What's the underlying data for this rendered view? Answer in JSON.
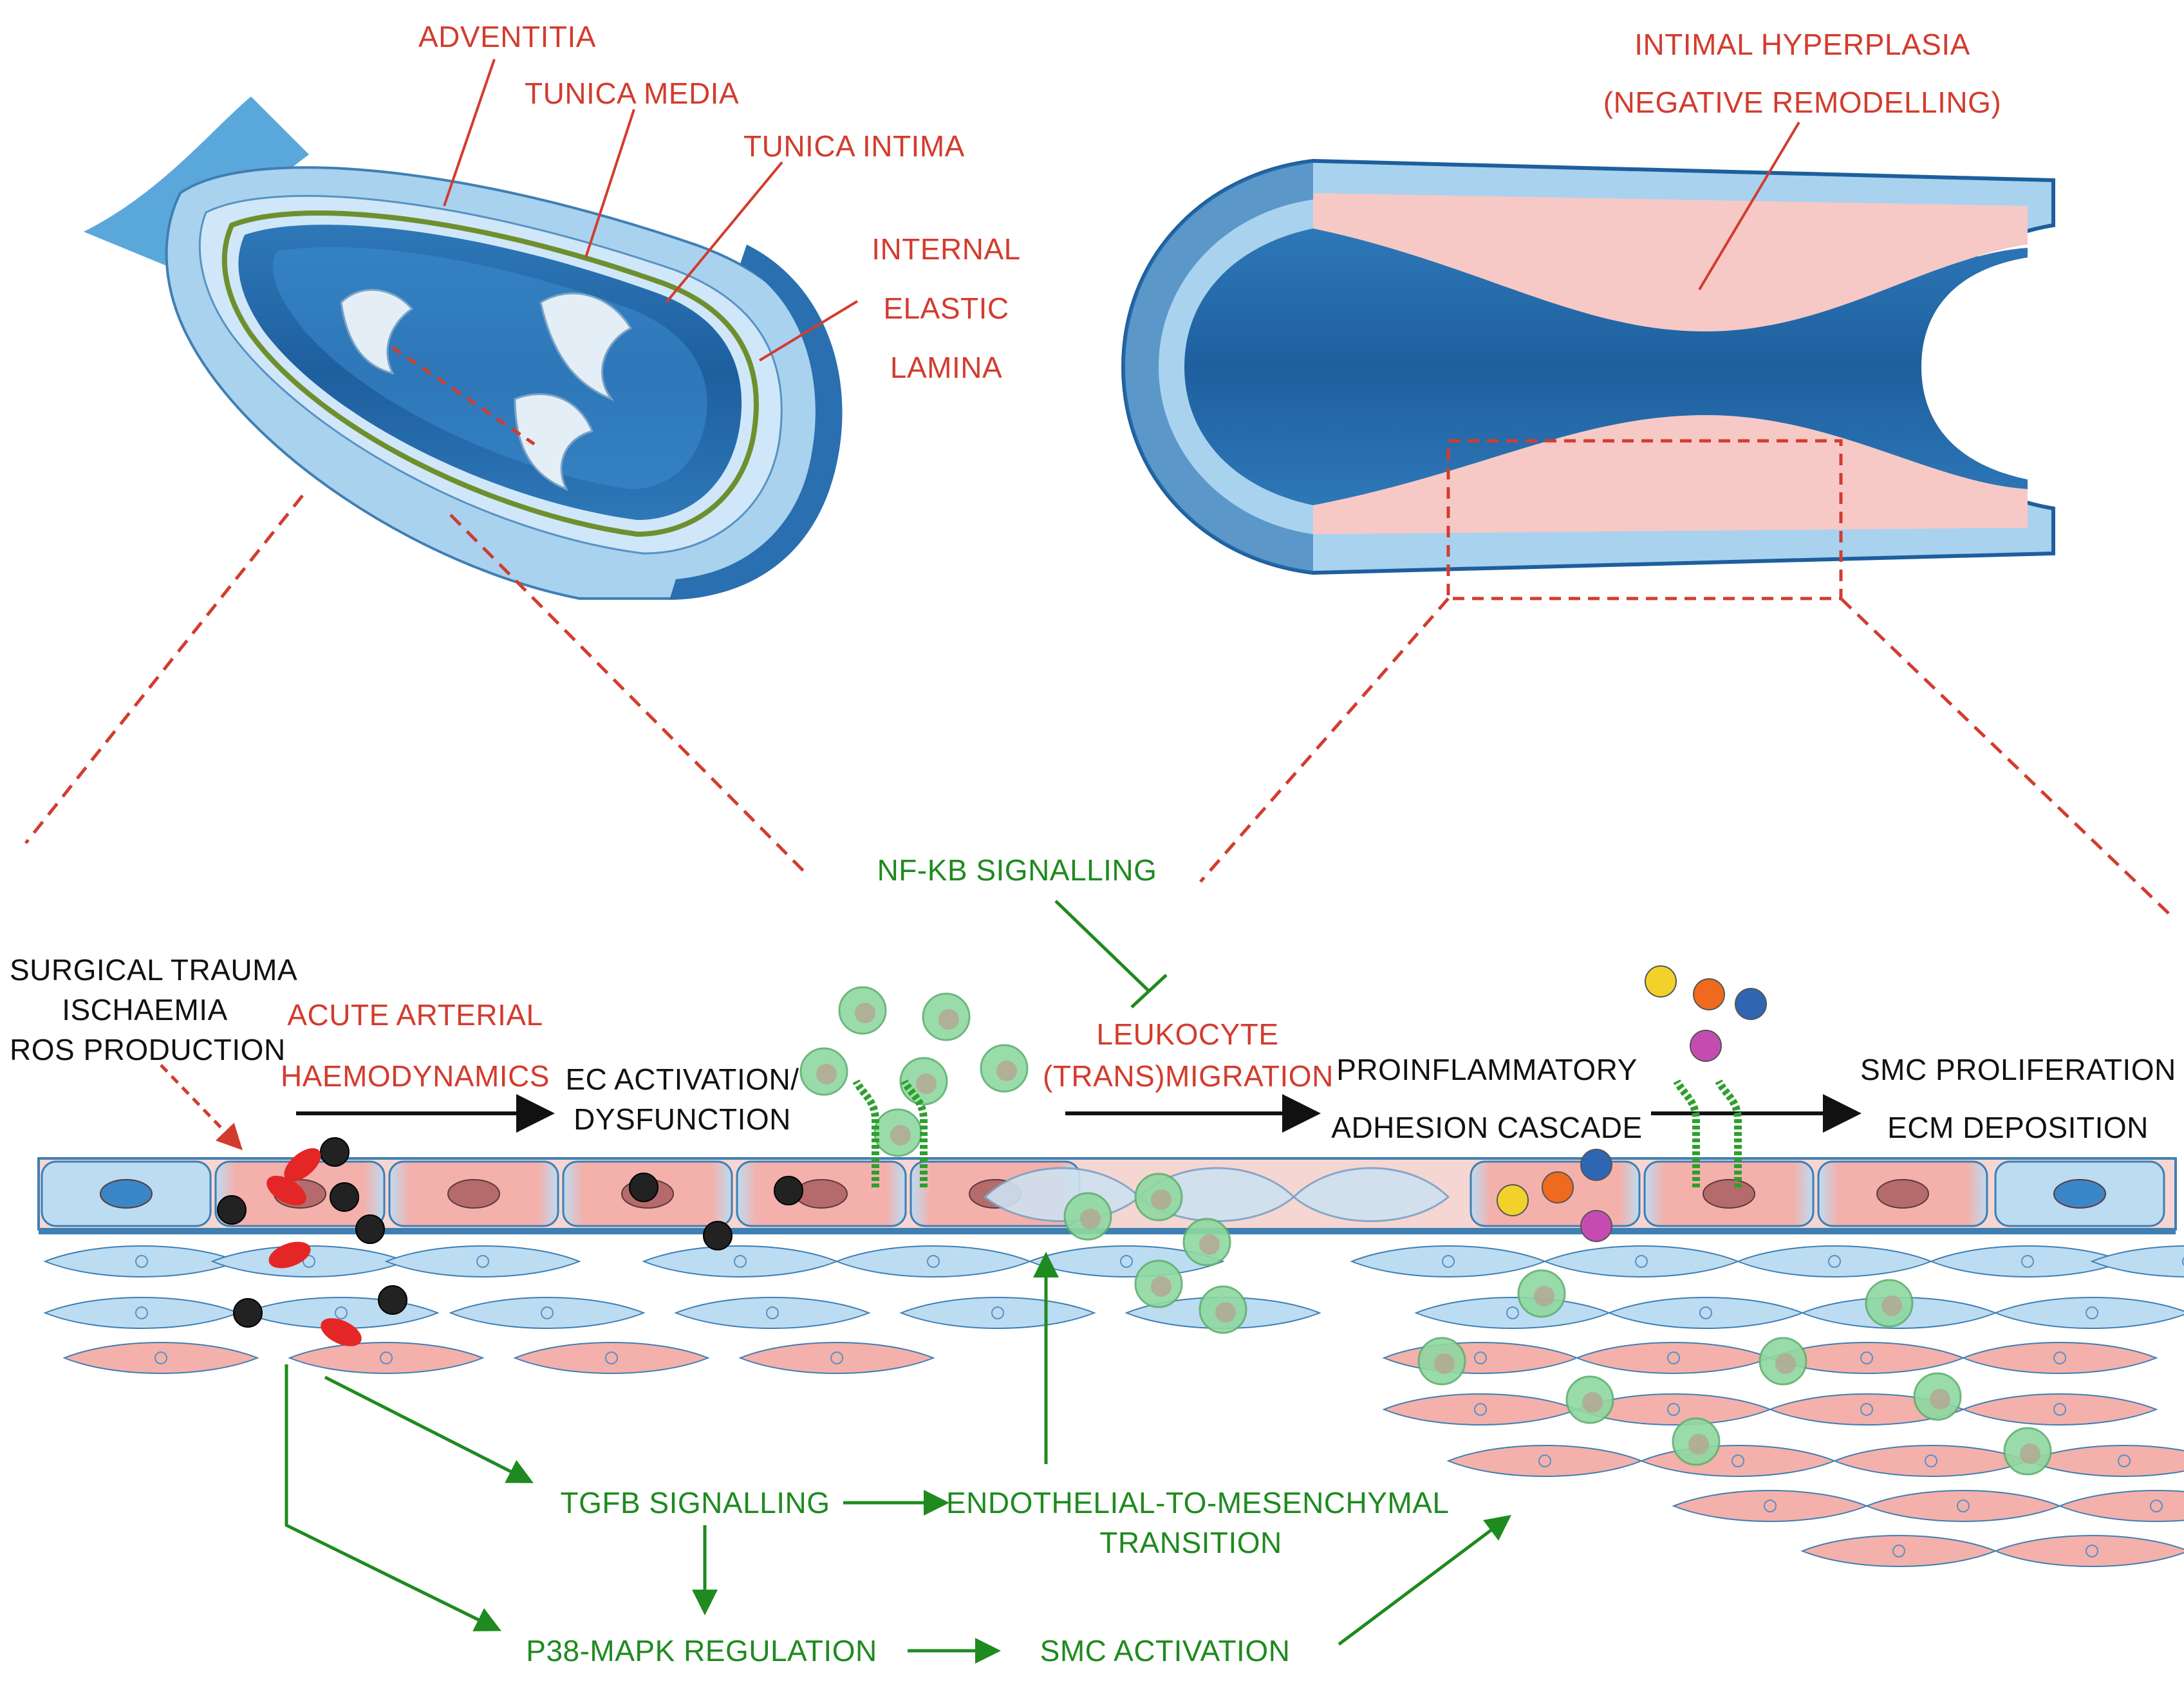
{
  "colors": {
    "red_label": "#d23c2e",
    "green_label": "#1f8a1f",
    "black_label": "#111111",
    "vessel_blue_dark": "#1d5f9c",
    "vessel_blue_mid": "#3b86c6",
    "vessel_blue_light": "#bcdcf2",
    "intima_pink": "#f6c9c6",
    "ec_pink": "#f4a9a4",
    "leukocyte_green": "#8fd9a0"
  },
  "top_left": {
    "adventitia": "ADVENTITIA",
    "tunica_media": "TUNICA MEDIA",
    "tunica_intima": "TUNICA INTIMA",
    "iel_line1": "INTERNAL",
    "iel_line2": "ELASTIC",
    "iel_line3": "LAMINA"
  },
  "top_right": {
    "line1": "INTIMAL HYPERPLASIA",
    "line2": "(NEGATIVE REMODELLING)"
  },
  "bottom": {
    "trigger_line1": "SURGICAL TRAUMA",
    "trigger_line2": "ISCHAEMIA",
    "trigger_line3": "ROS PRODUCTION",
    "haemo_line1": "ACUTE ARTERIAL",
    "haemo_line2": "HAEMODYNAMICS",
    "ec_line1": "EC ACTIVATION/",
    "ec_line2": "DYSFUNCTION",
    "nfkb": "NF-KB SIGNALLING",
    "leuko_line1": "LEUKOCYTE",
    "leuko_line2": "(TRANS)MIGRATION",
    "proinf_line1": "PROINFLAMMATORY",
    "proinf_line2": "ADHESION CASCADE",
    "smc_line1": "SMC PROLIFERATION",
    "smc_line2": "ECM DEPOSITION",
    "tgfb": "TGFB SIGNALLING",
    "endmt_line1": "ENDOTHELIAL-TO-MESENCHYMAL",
    "endmt_line2": "TRANSITION",
    "p38": "P38-MAPK REGULATION",
    "smc_activation": "SMC ACTIVATION"
  }
}
